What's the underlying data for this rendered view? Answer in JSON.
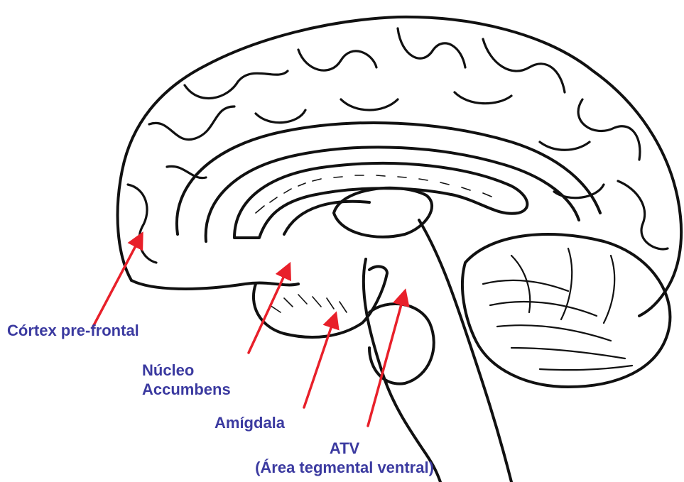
{
  "colors": {
    "label": "#3b3aa0",
    "arrow": "#e8202a",
    "ink": "#111111",
    "background": "#ffffff"
  },
  "illustration": "sagittal-brain",
  "labels": {
    "pfc": "Córtex pre-frontal",
    "nac_line1": "Núcleo",
    "nac_line2": "Accumbens",
    "amy": "Amígdala",
    "atv_line1": "ATV",
    "atv_line2": "(Área tegmental ventral)"
  }
}
